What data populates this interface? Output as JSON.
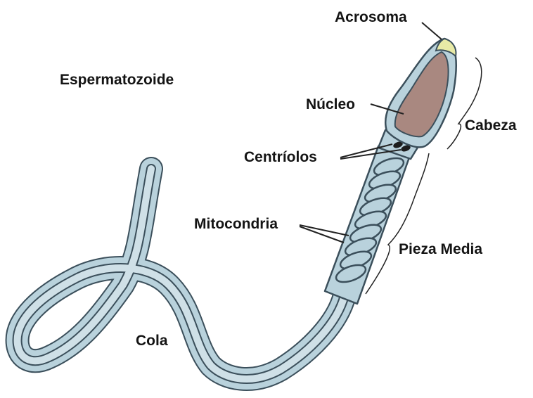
{
  "diagram": {
    "title": "Espermatozoide",
    "labels": {
      "acrosoma": "Acrosoma",
      "nucleo": "Núcleo",
      "centriolos": "Centríolos",
      "mitocondria": "Mitocondria",
      "cabeza": "Cabeza",
      "pieza_media": "Pieza Media",
      "cola": "Cola"
    },
    "colors": {
      "body": "#b9d2dc",
      "body_outline": "#3b4f5b",
      "nucleus": "#a98880",
      "acrosome": "#e8eaa6",
      "line": "#222222"
    }
  }
}
